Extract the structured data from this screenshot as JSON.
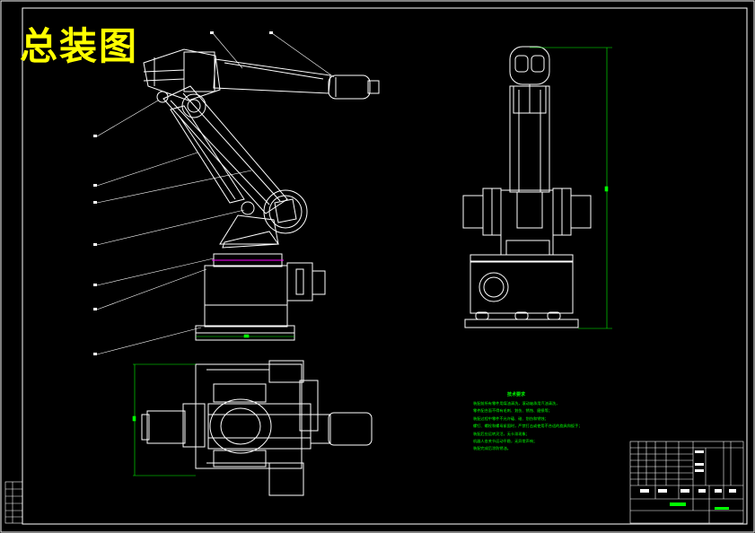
{
  "title": "总装图",
  "colors": {
    "frame": "#ffffff",
    "part": "#ffffff",
    "dimension": "#00ff00",
    "leader": "#ffffff",
    "title": "#ffff00",
    "notes": "#00ff00",
    "flange": "#ff00ff"
  },
  "notes": {
    "heading": "技术要求",
    "lines": [
      "装配前所有零件用煤油清洗，滚动轴承用汽油清洗，",
      "零件配合面不得有毛刺、划伤、锈蚀、磨损等；",
      "装配过程中零件不允许磕、碰、划伤和锈蚀；",
      "螺钉、螺栓和螺母紧固时，严禁打击或使用不合适的旋具和扳手；",
      "装配后应运转灵活，无卡滞现象；",
      "机器人各关节运动平稳，无异常声响；",
      "装配完成后涂防锈油。"
    ]
  }
}
